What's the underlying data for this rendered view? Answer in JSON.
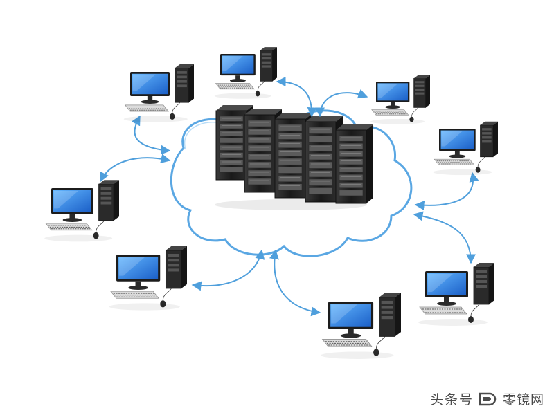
{
  "diagram": {
    "center": "server-rack-cluster-in-cloud",
    "client_count": 8,
    "colors": {
      "cloud_outline": "#5aa7e3",
      "cloud_fill": "#ffffff",
      "arrow": "#4f9fdc",
      "server_dark": "#2a2a2a",
      "screen": "#1f6fd6",
      "screen_highlight": "#4ea6f5",
      "pc_body": "#f2f2f2",
      "pc_edge": "#bdbdbd",
      "case_dark": "#1e1e1e"
    }
  },
  "watermark": {
    "left_text": "头条号",
    "right_text": "零镜网"
  }
}
